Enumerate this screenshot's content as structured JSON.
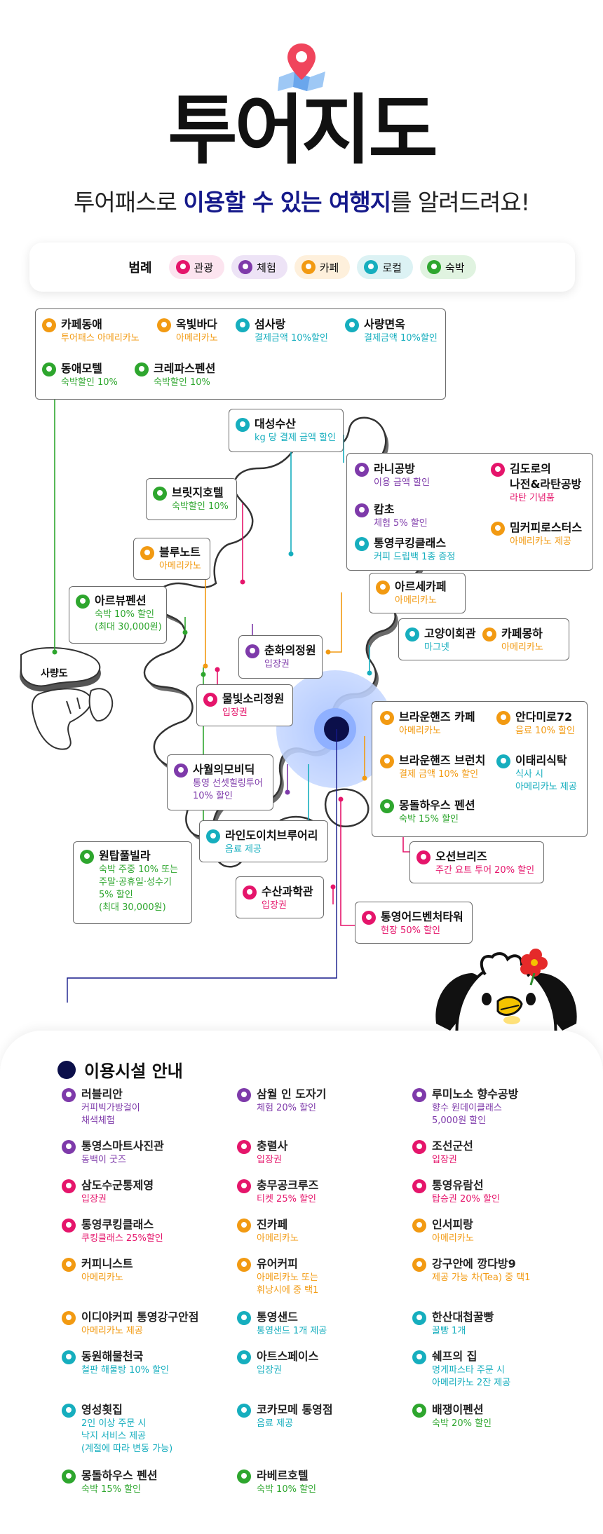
{
  "header": {
    "title": "투어지도",
    "subtitle_pre": "투어패스로 ",
    "subtitle_hl1": "이용할 수 있는 여행지",
    "subtitle_post": "를 알려드려요!"
  },
  "legend": {
    "title": "범례",
    "items": [
      {
        "label": "관광",
        "category": "tour"
      },
      {
        "label": "체험",
        "category": "exp"
      },
      {
        "label": "카페",
        "category": "cafe"
      },
      {
        "label": "로컬",
        "category": "local"
      },
      {
        "label": "숙박",
        "category": "stay"
      }
    ]
  },
  "colors": {
    "tour": "#e5156b",
    "experience": "#7e3aaa",
    "cafe": "#f29a12",
    "local": "#16aebe",
    "stay": "#2ea62e",
    "accent_navy": "#15198a"
  },
  "map": {
    "island_label": "사량도",
    "places": [
      {
        "name": "카페동애",
        "benefit": "투어패스 아메리카노",
        "category": "cafe"
      },
      {
        "name": "옥빛바다",
        "benefit": "아메리카노",
        "category": "cafe"
      },
      {
        "name": "섬사랑",
        "benefit": "결제금액 10%할인",
        "category": "local"
      },
      {
        "name": "사량면옥",
        "benefit": "결제금액 10%할인",
        "category": "local"
      },
      {
        "name": "동애모텔",
        "benefit": "숙박할인 10%",
        "category": "stay"
      },
      {
        "name": "크레파스펜션",
        "benefit": "숙박할인 10%",
        "category": "stay"
      },
      {
        "name": "대성수산",
        "benefit": "kg 당 결제 금액 할인",
        "category": "local"
      },
      {
        "name": "라니공방",
        "benefit": "이용 금액 할인",
        "category": "exp"
      },
      {
        "name": "김도로의\n나전&라탄공방",
        "benefit": "라탄 기념품",
        "category": "tour"
      },
      {
        "name": "캄초",
        "benefit": "체험 5% 할인",
        "category": "exp"
      },
      {
        "name": "밈커피로스터스",
        "benefit": "아메리카노 제공",
        "category": "cafe"
      },
      {
        "name": "통영쿠킹클래스",
        "benefit": "커피 드립백 1종 증정",
        "category": "local"
      },
      {
        "name": "브릿지호텔",
        "benefit": "숙박할인 10%",
        "category": "stay"
      },
      {
        "name": "블루노트",
        "benefit": "아메리카노",
        "category": "cafe"
      },
      {
        "name": "아르세카페",
        "benefit": "아메리카노",
        "category": "cafe"
      },
      {
        "name": "아르뷰펜션",
        "benefit": "숙박 10% 할인\n(최대 30,000원)",
        "category": "stay"
      },
      {
        "name": "고양이회관",
        "benefit": "마그넷",
        "category": "local"
      },
      {
        "name": "카페몽하",
        "benefit": "아메리카노",
        "category": "cafe"
      },
      {
        "name": "춘화의정원",
        "benefit": "입장권",
        "category": "exp"
      },
      {
        "name": "물빛소리정원",
        "benefit": "입장권",
        "category": "tour"
      },
      {
        "name": "브라운핸즈 카페",
        "benefit": "아메리카노",
        "category": "cafe"
      },
      {
        "name": "안다미로72",
        "benefit": "음료 10% 할인",
        "category": "cafe"
      },
      {
        "name": "브라운핸즈 브런치",
        "benefit": "결제 금액 10% 할인",
        "category": "cafe"
      },
      {
        "name": "이태리식탁",
        "benefit": "식사 시\n아메리카노 제공",
        "category": "local"
      },
      {
        "name": "몽돌하우스 펜션",
        "benefit": "숙박 15% 할인",
        "category": "stay"
      },
      {
        "name": "사월의모비딕",
        "benefit": "통영 선셋힐링투어\n10% 할인",
        "category": "exp"
      },
      {
        "name": "라인도이치브루어리",
        "benefit": "음료 제공",
        "category": "local"
      },
      {
        "name": "오션브리즈",
        "benefit": "주간 요트 투어 20% 할인",
        "category": "tour"
      },
      {
        "name": "원탑풀빌라",
        "benefit": "숙박 주중 10% 또는\n주말·공휴일·성수기\n5% 할인\n(최대 30,000원)",
        "category": "stay"
      },
      {
        "name": "수산과학관",
        "benefit": "입장권",
        "category": "tour"
      },
      {
        "name": "통영어드벤처타워",
        "benefit": "현장 50% 할인",
        "category": "tour"
      }
    ]
  },
  "facilities": {
    "title": "이용시설 안내",
    "items": [
      {
        "name": "러블리안",
        "benefit": "커피빅가방걸이\n채색체험",
        "category": "exp"
      },
      {
        "name": "삼월 인 도자기",
        "benefit": "체험 20% 할인",
        "category": "exp"
      },
      {
        "name": "루미노소 향수공방",
        "benefit": "향수 원데이클래스\n5,000원 할인",
        "category": "exp"
      },
      {
        "name": "통영스마트사진관",
        "benefit": "동백이 굿즈",
        "category": "exp"
      },
      {
        "name": "충렬사",
        "benefit": "입장권",
        "category": "tour"
      },
      {
        "name": "조선군선",
        "benefit": "입장권",
        "category": "tour"
      },
      {
        "name": "삼도수군통제영",
        "benefit": "입장권",
        "category": "tour"
      },
      {
        "name": "충무공크루즈",
        "benefit": "티켓 25% 할인",
        "category": "tour"
      },
      {
        "name": "통영유람선",
        "benefit": "탑승권 20% 할인",
        "category": "tour"
      },
      {
        "name": "통영쿠킹클래스",
        "benefit": "쿠킹클래스 25%할인",
        "category": "tour"
      },
      {
        "name": "진카페",
        "benefit": "아메리카노",
        "category": "cafe"
      },
      {
        "name": "인서피랑",
        "benefit": "아메리카노",
        "category": "cafe"
      },
      {
        "name": "커피니스트",
        "benefit": "아메리카노",
        "category": "cafe"
      },
      {
        "name": "유어커피",
        "benefit": "아메리카노 또는\n휘낭시에 중 택1",
        "category": "cafe"
      },
      {
        "name": "강구안에 깡다방9",
        "benefit": "제공 가능 차(Tea) 중 택1",
        "category": "cafe"
      },
      {
        "name": "이디야커피 통영강구안점",
        "benefit": "아메리카노 제공",
        "category": "cafe"
      },
      {
        "name": "통영샌드",
        "benefit": "통영샌드 1개 제공",
        "category": "local"
      },
      {
        "name": "한산대첩꿀빵",
        "benefit": "꿀빵 1개",
        "category": "local"
      },
      {
        "name": "동원해물천국",
        "benefit": "철판 해물탕 10% 할인",
        "category": "local"
      },
      {
        "name": "아트스페이스",
        "benefit": "입장권",
        "category": "local"
      },
      {
        "name": "쉐프의 집",
        "benefit": "멍게파스타 주문 시\n아메리카노 2잔 제공",
        "category": "local"
      },
      {
        "name": "영성횟집",
        "benefit": "2인 이상 주문 시\n낙지 서비스 제공\n(계절에 따라 변동 가능)",
        "category": "local"
      },
      {
        "name": "코카모메 통영점",
        "benefit": "음료 제공",
        "category": "local"
      },
      {
        "name": "배쟁이펜션",
        "benefit": "숙박 20% 할인",
        "category": "stay"
      },
      {
        "name": "몽돌하우스 펜션",
        "benefit": "숙박 15% 할인",
        "category": "stay"
      },
      {
        "name": "라베르호텔",
        "benefit": "숙박 10% 할인",
        "category": "stay"
      }
    ]
  }
}
